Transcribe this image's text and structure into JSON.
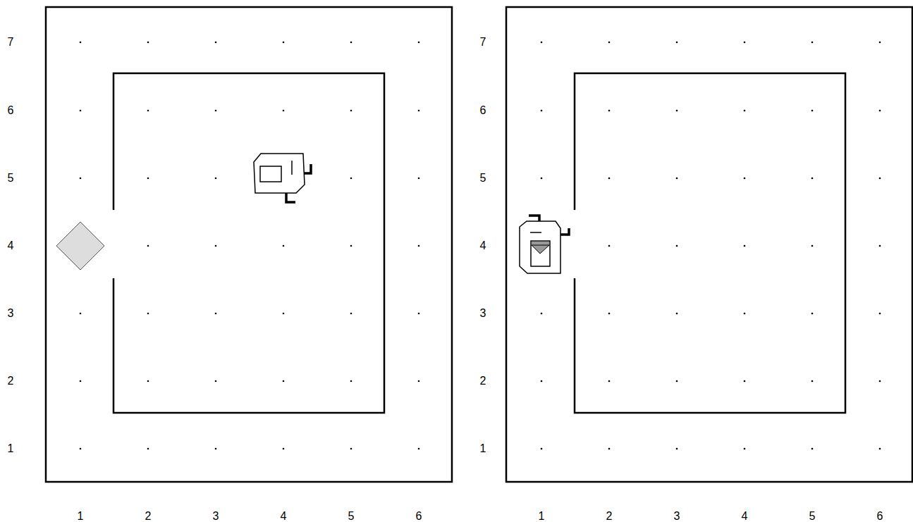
{
  "diagram": {
    "labels": [
      "7",
      "6",
      "5",
      "4",
      "3",
      "2",
      "1",
      "7",
      "6",
      "5",
      "4",
      "3",
      "2",
      "1",
      "1",
      "2",
      "3",
      "4",
      "5",
      "6",
      "1",
      "2",
      "3",
      "4",
      "5",
      "6"
    ]
  }
}
